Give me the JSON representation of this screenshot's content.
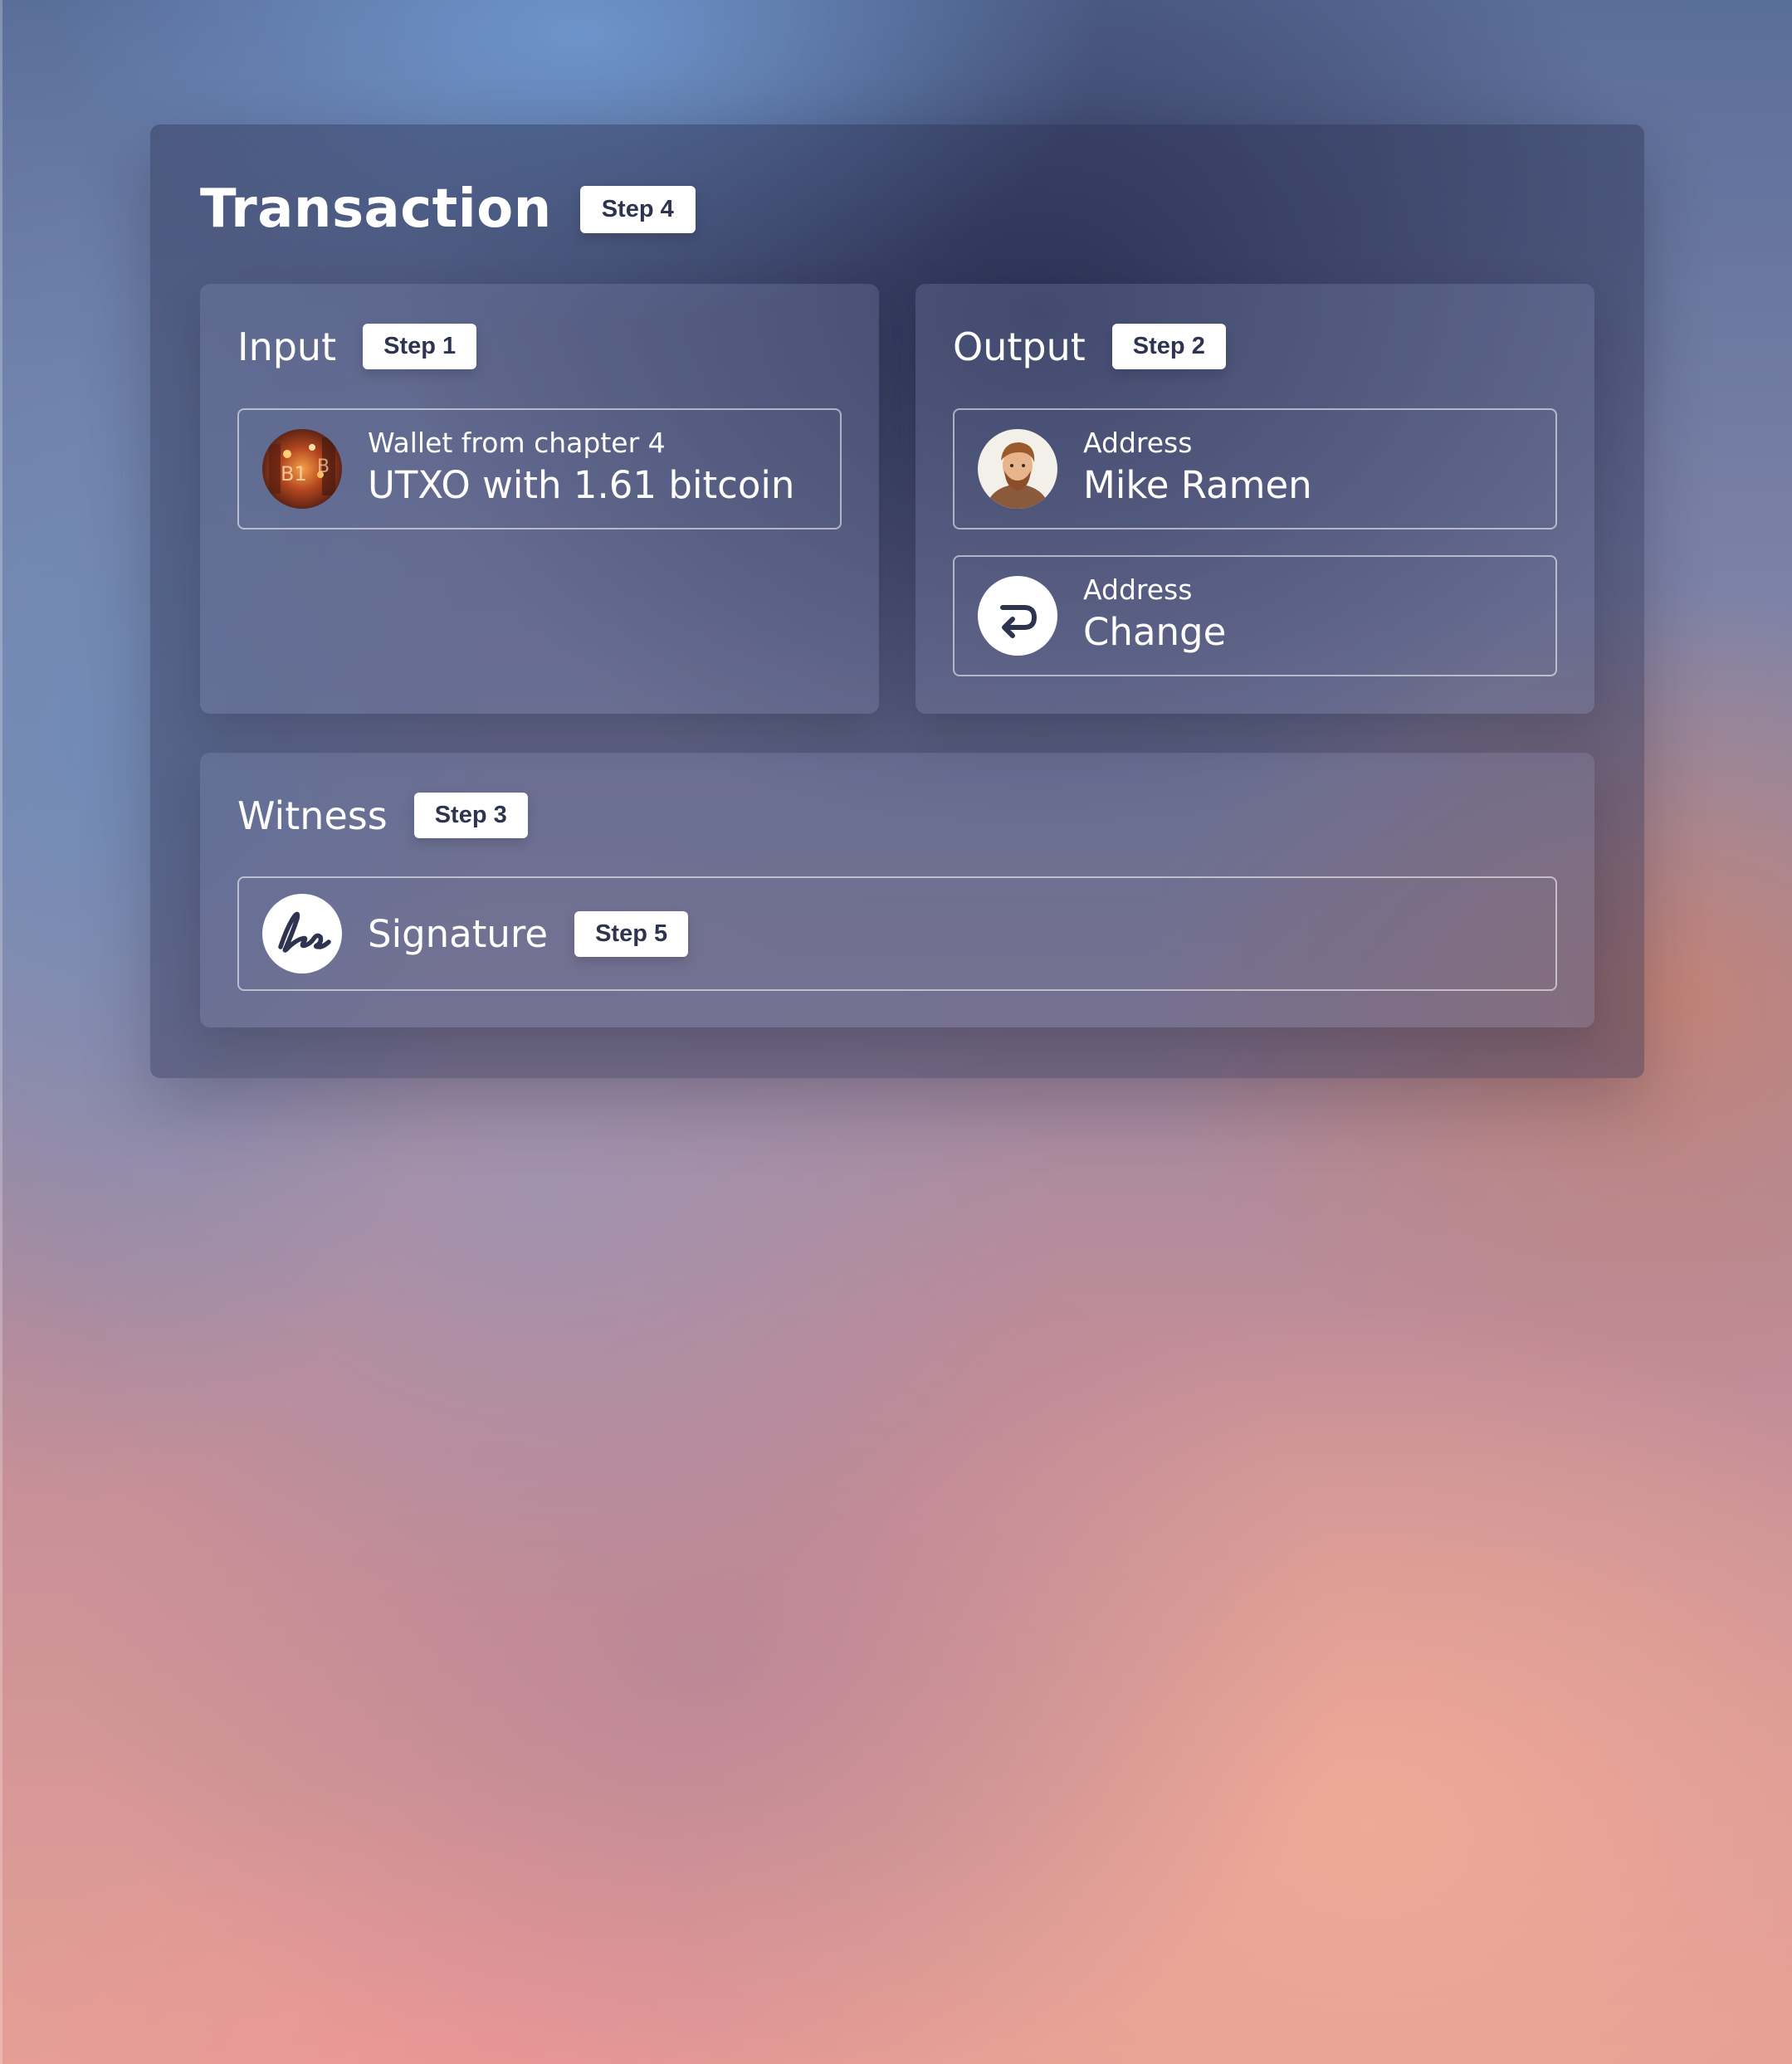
{
  "transaction": {
    "title": "Transaction",
    "badge": "Step 4"
  },
  "input": {
    "title": "Input",
    "badge": "Step 1",
    "items": [
      {
        "subtitle": "Wallet from chapter 4",
        "main": "UTXO with 1.61 bitcoin",
        "icon": "wallet-photo-icon"
      }
    ]
  },
  "output": {
    "title": "Output",
    "badge": "Step 2",
    "items": [
      {
        "subtitle": "Address",
        "main": "Mike Ramen",
        "icon": "person-avatar-icon"
      },
      {
        "subtitle": "Address",
        "main": "Change",
        "icon": "return-arrow-icon"
      }
    ]
  },
  "witness": {
    "title": "Witness",
    "badge": "Step 3",
    "signature": {
      "label": "Signature",
      "badge": "Step 5",
      "icon": "signature-icon"
    }
  },
  "colors": {
    "panel": "#2e3350",
    "badge_bg": "#ffffff",
    "badge_text": "#2e3350"
  }
}
